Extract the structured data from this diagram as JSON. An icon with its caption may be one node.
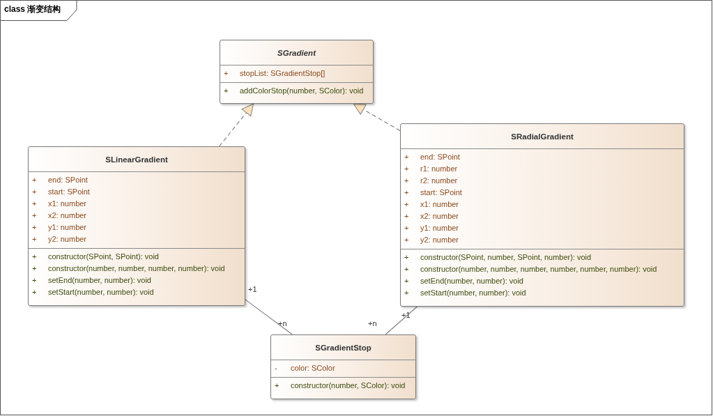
{
  "diagram": {
    "title": "class 渐变结构",
    "nodes": [
      {
        "text": [
          "SGradient",
          "+ stopList: SGradientStop[]",
          "+ addColorStop(number, SColor): void"
        ]
      },
      {
        "text": [
          "SLinearGradient",
          "+ end: SPoint",
          "+ start: SPoint",
          "+ x1: number",
          "+ x2: number",
          "+ y1: number",
          "+ y2: number",
          "+ constructor(SPoint, SPoint): void",
          "+ constructor(number, number, number, number): void",
          "+ setEnd(number, number): void",
          "+ setStart(number, number): void"
        ]
      },
      {
        "text": [
          "SRadialGradient",
          "+ end: SPoint",
          "+ r1: number",
          "+ r2: number",
          "+ start: SPoint",
          "+ x1: number",
          "+ x2: number",
          "+ y1: number",
          "+ y2: number",
          "+ constructor(SPoint, number, SPoint, number): void",
          "+ constructor(number, number, number, number, number, number): void",
          "+ setEnd(number, number): void",
          "+ setStart(number, number): void"
        ]
      },
      {
        "text": [
          "SGradientStop",
          "- color: SColor",
          "+ constructor(number, SColor): void"
        ]
      }
    ],
    "edges": [
      {
        "from": 1,
        "to": 0,
        "arrow": "to",
        "style": "dashed"
      },
      {
        "from": 2,
        "to": 0,
        "arrow": "to",
        "style": "dashed"
      },
      {
        "from": 1,
        "to": 3,
        "arrow": "none"
      },
      {
        "from": 2,
        "to": 3,
        "arrow": "none"
      }
    ],
    "labels": [
      "+1",
      "+n",
      "+n",
      "+1"
    ]
  }
}
